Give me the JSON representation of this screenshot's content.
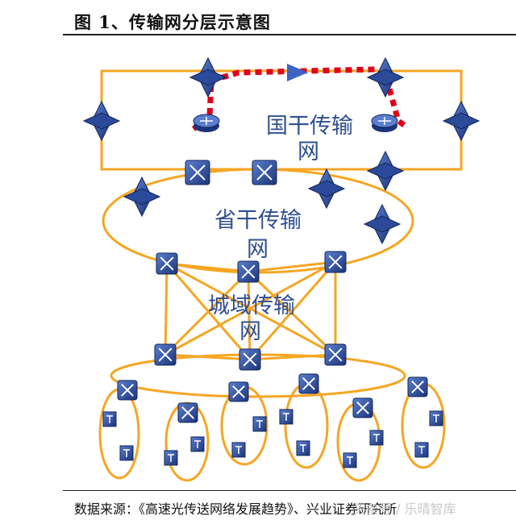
{
  "header": {
    "title": "图 1、传输网分层示意图"
  },
  "diagram": {
    "labels": {
      "national": [
        "国干传输",
        "网"
      ],
      "provincial": [
        "省干传输",
        "网"
      ],
      "metro": [
        "城域传输",
        "网"
      ]
    }
  },
  "footer": {
    "source": "数据来源：《高速光传送网络发展趋势》、兴业证券研究所",
    "watermark": "头条号 / 乐晴智库"
  },
  "colors": {
    "link": "#f5a623",
    "device": "#2b4a9a",
    "path": "#e0001a",
    "label": "#2f4f8f"
  }
}
